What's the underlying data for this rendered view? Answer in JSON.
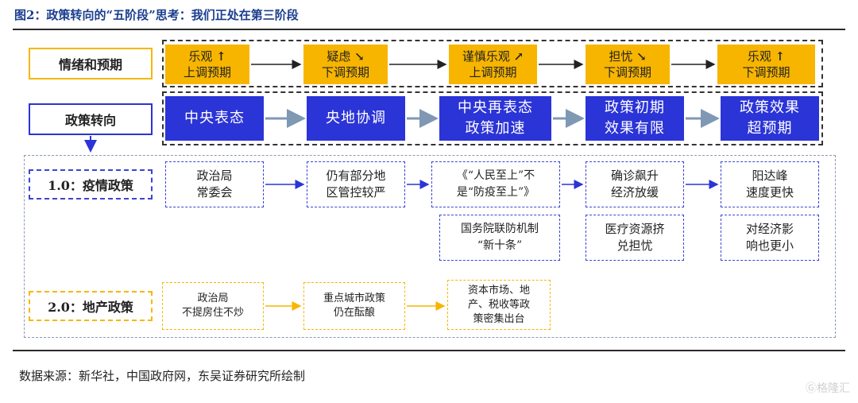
{
  "figure": {
    "title": "图2：政策转向的“五阶段”思考：我们正处在第三阶段",
    "source": "数据来源：新华社，中国政府网，东吴证券研究所绘制",
    "watermark": "格隆汇"
  },
  "rows": {
    "sentiment": {
      "label": "情绪和预期",
      "stages": [
        {
          "line1": "乐观",
          "arrow": "↑",
          "line2": "上调预期"
        },
        {
          "line1": "疑虑",
          "arrow": "↘",
          "line2": "下调预期"
        },
        {
          "line1": "谨慎乐观",
          "arrow": "↗",
          "line2": "上调预期"
        },
        {
          "line1": "担忧",
          "arrow": "↘",
          "line2": "下调预期"
        },
        {
          "line1": "乐观",
          "arrow": "↑",
          "line2": "下调预期"
        }
      ]
    },
    "policy": {
      "label": "政策转向",
      "stages": [
        {
          "line1": "中央表态",
          "line2": ""
        },
        {
          "line1": "央地协调",
          "line2": ""
        },
        {
          "line1": "中央再表态",
          "line2": "政策加速"
        },
        {
          "line1": "政策初期",
          "line2": "效果有限"
        },
        {
          "line1": "政策效果",
          "line2": "超预期"
        }
      ]
    },
    "covid": {
      "label": "1.0：疫情政策",
      "top": [
        {
          "line1": "政治局",
          "line2": "常委会"
        },
        {
          "line1": "仍有部分地",
          "line2": "区管控较严"
        },
        {
          "line1": "《“人民至上”不",
          "line2": "是“防疫至上”》"
        },
        {
          "line1": "确诊飙升",
          "line2": "经济放缓"
        },
        {
          "line1": "阳达峰",
          "line2": "速度更快"
        }
      ],
      "bottom": [
        {
          "line1": "国务院联防机制",
          "line2": "“新十条”"
        },
        {
          "line1": "医疗资源挤",
          "line2": "兑担忧"
        },
        {
          "line1": "对经济影",
          "line2": "响也更小"
        }
      ]
    },
    "property": {
      "label": "2.0：地产政策",
      "stages": [
        {
          "line1": "政治局",
          "line2": "不提房住不炒",
          "line3": ""
        },
        {
          "line1": "重点城市政策",
          "line2": "仍在酝酿",
          "line3": ""
        },
        {
          "line1": "资本市场、地",
          "line2": "产、税收等政",
          "line3": "策密集出台"
        }
      ]
    }
  },
  "colors": {
    "accent_blue": "#2b34d6",
    "accent_orange": "#f7b500",
    "title_blue": "#1a3d8f",
    "arrow_black": "#222222",
    "arrow_steel": "#7f98b4",
    "arrow_orange": "#f7b500"
  }
}
